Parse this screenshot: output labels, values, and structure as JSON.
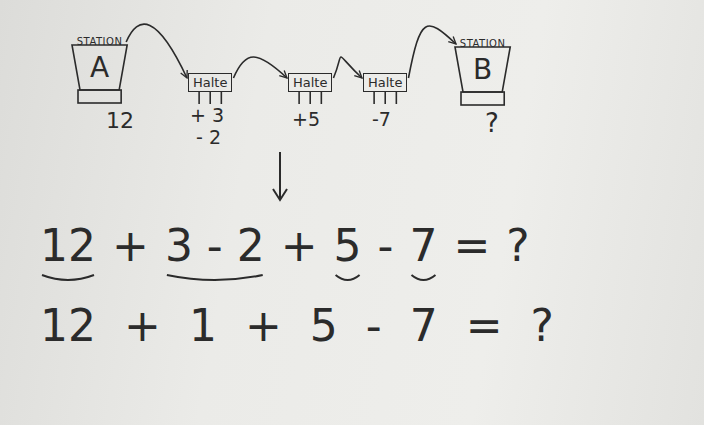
{
  "diagram": {
    "nodes": [
      {
        "text": [
          "STATION",
          "A"
        ]
      },
      {
        "text": [
          "Halte"
        ]
      },
      {
        "text": [
          "Halte"
        ]
      },
      {
        "text": [
          "Halte"
        ]
      },
      {
        "text": [
          "STATION",
          "B"
        ]
      }
    ],
    "edges": [
      {
        "from": 0,
        "to": 1,
        "arrow": "to"
      },
      {
        "from": 1,
        "to": 2,
        "arrow": "to"
      },
      {
        "from": 2,
        "to": 3,
        "arrow": "to"
      },
      {
        "from": 3,
        "to": 4,
        "arrow": "to"
      }
    ],
    "labels": [
      "12",
      "+ 3",
      "- 2",
      "+5",
      "-7",
      "?",
      "12",
      "+",
      "3 - 2",
      "+",
      "5",
      "-",
      "7",
      "=",
      "?",
      "12",
      "+",
      "1",
      "+",
      "5",
      "-",
      "7",
      "=",
      "?"
    ]
  }
}
